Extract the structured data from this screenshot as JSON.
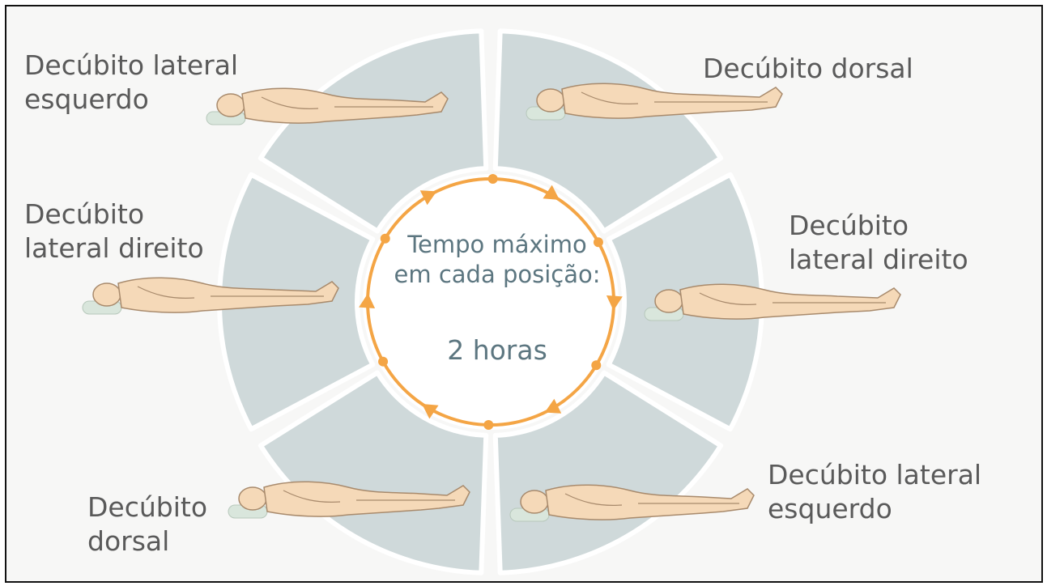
{
  "center": {
    "line1": "Tempo máximo",
    "line2": "em cada posição:",
    "value": "2 horas"
  },
  "positions": [
    {
      "id": "top-left",
      "line1": "Decúbito lateral",
      "line2": "esquerdo"
    },
    {
      "id": "top-right",
      "line1": "Decúbito dorsal"
    },
    {
      "id": "middle-left",
      "line1": "Decúbito",
      "line2": "lateral direito"
    },
    {
      "id": "middle-right",
      "line1": "Decúbito",
      "line2": "lateral direito"
    },
    {
      "id": "bottom-left",
      "line1": "Decúbito",
      "line2": "dorsal"
    },
    {
      "id": "bottom-right",
      "line1": "Decúbito lateral",
      "line2": "esquerdo"
    }
  ],
  "colors": {
    "sector_fill": "#cfd9da",
    "sector_border": "#ffffff",
    "arrow": "#f4a545",
    "skin": "#f5d9b8",
    "skin_outline": "#a88a6c",
    "pillow": "#d9e6dc",
    "label_text": "#5a5a5a",
    "center_text": "#5c7680"
  }
}
